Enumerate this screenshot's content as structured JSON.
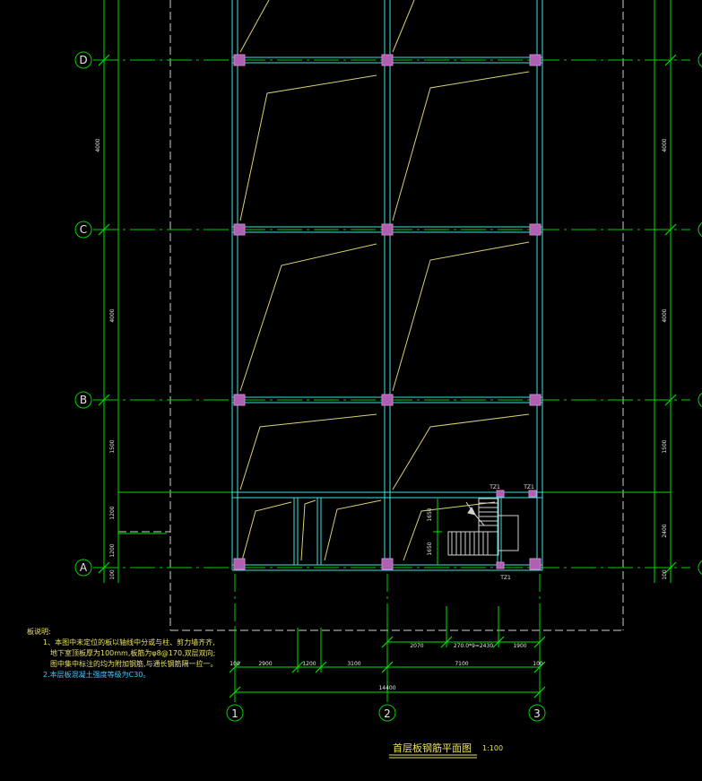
{
  "colors": {
    "background": "#000000",
    "axis": "#00d000",
    "beam": "#40e0e0",
    "column": "#b060b0",
    "slab_line": "#d8d070",
    "text_yellow": "#e8e060",
    "text_cyan": "#40c8ff",
    "dim_green": "#00e000",
    "outline_white": "#d0d0d0"
  },
  "axes_rows": [
    {
      "label": "D"
    },
    {
      "label": "C"
    },
    {
      "label": "B"
    },
    {
      "label": "A"
    }
  ],
  "axes_cols": [
    {
      "label": "1"
    },
    {
      "label": "2"
    },
    {
      "label": "3"
    }
  ],
  "left_dims": [
    "4000",
    "4000",
    "1500",
    "1200",
    "1200",
    "100"
  ],
  "right_dims": [
    "4000",
    "4000",
    "1500",
    "2400",
    "100"
  ],
  "bottom_dims_row1": [
    "2070",
    "270.0*9=2430",
    "1900"
  ],
  "bottom_dims_row2": [
    "100",
    "2900",
    "1200",
    "3100",
    "7100",
    "100"
  ],
  "bottom_total": "14400",
  "stair": {
    "tag_top1": "TZ1",
    "tag_top2": "TZ1",
    "tag_bottom": "TZ1",
    "dim_upper": "1650",
    "dim_lower": "1650"
  },
  "notes": {
    "title": "板说明:",
    "item1_line1": "1、本图中未定位的板以轴线中分或与柱、剪力墙齐齐,",
    "item1_line2": "地下室顶板厚为100mm,板筋为φ8@170,双层双向;",
    "item1_line3": "图中集中标注的均为附加钢筋,与通长钢筋隔一拉一。",
    "item2": "2.本层板混凝土强度等级为C30。"
  },
  "drawing_title": "首层板钢筋平面图",
  "drawing_scale": "1:100"
}
